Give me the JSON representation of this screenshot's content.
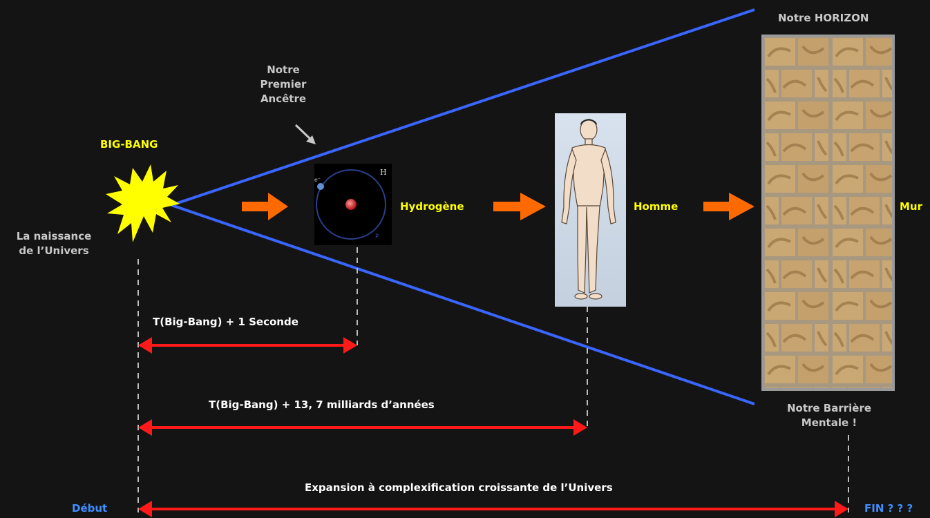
{
  "labels": {
    "big_bang": "BIG-BANG",
    "birth_line1": "La naissance",
    "birth_line2": "de l’Univers",
    "ancestor_line1": "Notre",
    "ancestor_line2": "Premier",
    "ancestor_line3": "Ancêtre",
    "hydrogen": "Hydrogène",
    "human": "Homme",
    "wall": "Mur",
    "horizon": "Notre HORIZON",
    "barrier_line1": "Notre Barrière",
    "barrier_line2": "Mentale !",
    "one_second": "T(Big-Bang) + 1 Seconde",
    "billion_years": "T(Big-Bang) + 13, 7 milliards d’années",
    "expansion": "Expansion à complexification croissante de l’Univers",
    "start": "Début",
    "end": "FIN ? ? ?"
  },
  "atom": {
    "symbol": "H",
    "electron": "e⁻",
    "proton": "p"
  },
  "colors": {
    "background": "#141414",
    "cone_lines": "#3a66ff",
    "red_arrows": "#ff1a1a",
    "orange_arrows": "#ff6a00",
    "big_bang_star": "#ffff00",
    "label_yellow": "#ffff00",
    "label_blue": "#3f8fff",
    "label_grey": "#c8c8c8",
    "dashed_lines": "#bdbdbd"
  }
}
